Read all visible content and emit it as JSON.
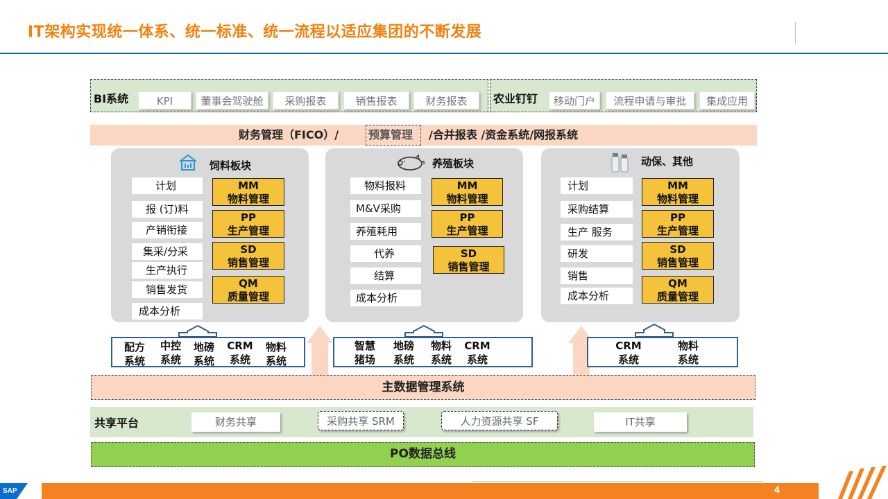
{
  "title": "IT架构实现统一体系、统一标准、统一流程以适应集团的不断发展",
  "bi": {
    "label": "BI系统",
    "items": [
      "KPI",
      "董事会驾驶舱",
      "采购报表",
      "销售报表",
      "财务报表"
    ]
  },
  "agri": {
    "label": "农业钉钉",
    "items": [
      "移动门户",
      "流程申请与审批",
      "集成应用"
    ]
  },
  "fico": {
    "part1": "财务管理（FICO）/",
    "budget": "预算管理",
    "part2": "/合并报表 /资金系统/网报系统"
  },
  "panels": [
    {
      "title": "饲料板块",
      "icon": "building-icon",
      "functions": [
        "计划",
        "报 (订)料",
        "产销衔接",
        "集采/分采",
        "生产执行",
        "销售发货",
        "成本分析"
      ],
      "modules": [
        {
          "code": "MM",
          "name": "物料管理"
        },
        {
          "code": "PP",
          "name": "生产管理"
        },
        {
          "code": "SD",
          "name": "销售管理"
        },
        {
          "code": "QM",
          "name": "质量管理"
        }
      ]
    },
    {
      "title": "养殖板块",
      "icon": "pig-icon",
      "functions": [
        "物料报料",
        "M&V采购",
        "养殖耗用",
        "代养",
        "结算",
        "成本分析"
      ],
      "modules": [
        {
          "code": "MM",
          "name": "物料管理"
        },
        {
          "code": "PP",
          "name": "生产管理"
        },
        {
          "code": "SD",
          "name": "销售管理"
        }
      ]
    },
    {
      "title": "动保、其他",
      "icon": "medicine-icon",
      "functions": [
        "计划",
        "采购结算",
        "生产 服务",
        "研发",
        "销售",
        "成本分析"
      ],
      "modules": [
        {
          "code": "MM",
          "name": "物料管理"
        },
        {
          "code": "PP",
          "name": "生产管理"
        },
        {
          "code": "SD",
          "name": "销售管理"
        },
        {
          "code": "QM",
          "name": "质量管理"
        }
      ]
    }
  ],
  "sources": [
    {
      "items": [
        [
          "配方",
          "系统"
        ],
        [
          "中控",
          "系统"
        ],
        [
          "地磅",
          "系统"
        ],
        [
          "CRM",
          "系统"
        ],
        [
          "物料",
          "系统"
        ]
      ]
    },
    {
      "items": [
        [
          "智慧",
          "猪场"
        ],
        [
          "地磅",
          "系统"
        ],
        [
          "物料",
          "系统"
        ],
        [
          "CRM",
          "系统"
        ]
      ]
    },
    {
      "items": [
        [
          "CRM",
          "系统"
        ],
        [
          "物料",
          "系统"
        ]
      ]
    }
  ],
  "mdm": {
    "label": "主数据管理系统"
  },
  "shared": {
    "label": "共享平台",
    "items": [
      "财务共享",
      "采购共享 SRM",
      "人力资源共享 SF",
      "IT共享"
    ]
  },
  "po": {
    "label": "PO数据总线"
  },
  "footer": {
    "page": "4",
    "logo": "SAP"
  },
  "colors": {
    "title": "#f0820f",
    "green_bar": "#d8e8cf",
    "peach_bar": "#fbd6c3",
    "module": "#f5c33b",
    "po_bus": "#92d050",
    "source_border": "#2e5c9a",
    "footer": "#f58220"
  }
}
